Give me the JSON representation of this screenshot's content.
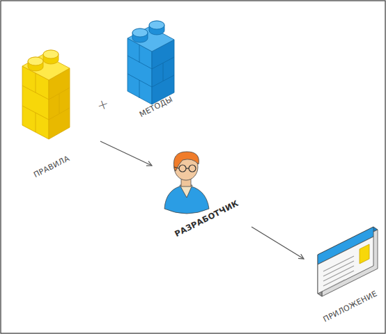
{
  "diagram": {
    "nodes": [
      {
        "text": [
          "ПРАВИЛА"
        ]
      },
      {
        "text": [
          "МЕТОДЫ"
        ]
      },
      {
        "text": [
          "РАЗРАБОТЧИК"
        ]
      },
      {
        "text": [
          "ПРИЛОЖЕНИЕ"
        ]
      }
    ],
    "edges": [
      {
        "from": 0,
        "to": 2,
        "arrow": "to"
      },
      {
        "from": 2,
        "to": 3,
        "arrow": "to"
      }
    ],
    "labels": [
      "+"
    ]
  }
}
